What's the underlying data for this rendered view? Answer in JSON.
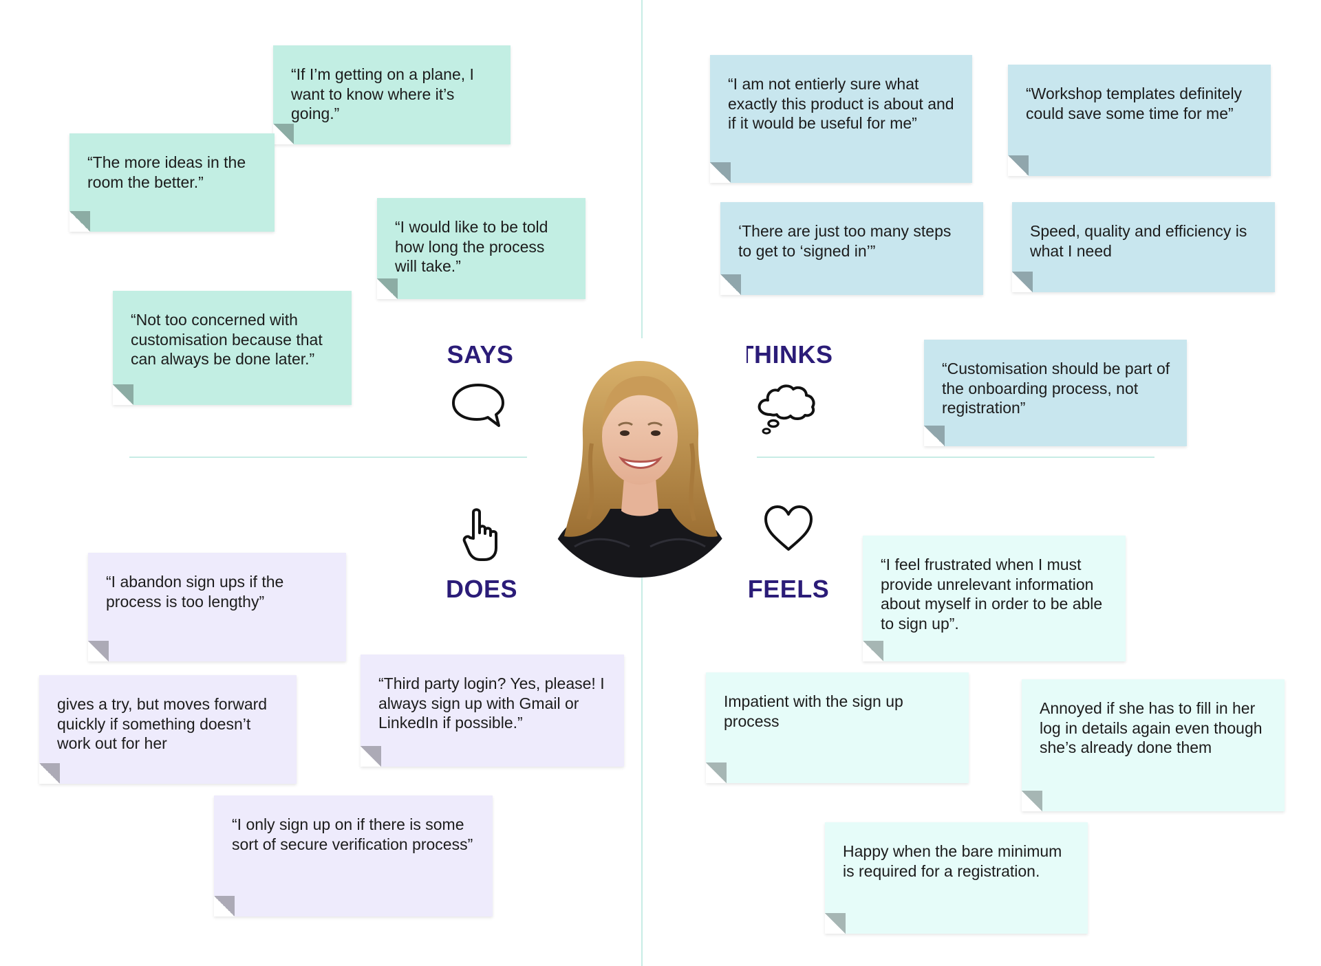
{
  "quadrants": {
    "says": {
      "label": "SAYS",
      "icon": "speech-bubble-icon",
      "notes": [
        "“If I’m getting on a plane, I want to know where it’s going.”",
        "“The more ideas in the room the better.”",
        "“I would like to be told how long the process will take.”",
        "“Not too concerned with customisation because that can always be done later.”"
      ]
    },
    "thinks": {
      "label": "THINKS",
      "icon": "thought-bubble-icon",
      "notes": [
        "“I am not entierly sure what exactly this product is about and if it would be useful for me”",
        "“Workshop templates definitely could save some time for me”",
        "‘There are just too many steps to get to ‘signed in’”",
        "Speed, quality and efficiency is what I need",
        "“Customisation should be part of the onboarding process, not registration”"
      ]
    },
    "does": {
      "label": "DOES",
      "icon": "pointing-hand-icon",
      "notes": [
        "“I abandon sign ups if the process is too lengthy”",
        "gives a try, but moves forward quickly if something doesn’t work out for her",
        "“Third party login? Yes, please! I always sign up with Gmail or LinkedIn if possible.”",
        "“I only sign up on if there is some sort of secure verification process”"
      ]
    },
    "feels": {
      "label": "FEELS",
      "icon": "heart-icon",
      "notes": [
        "“I feel frustrated when I must provide unrelevant information about myself in order to be able to sign up”.",
        "Impatient with the sign up process",
        "Annoyed if she has to fill in her log in details again even though she’s already done them",
        "Happy when the bare minimum is required for a registration."
      ]
    }
  },
  "colors": {
    "heading": "#2b1c78",
    "divider": "#c7ece5",
    "says_note": "#c2eee3",
    "thinks_note": "#c8e6ee",
    "does_note": "#eeebfc",
    "feels_note": "#e6fcf9"
  },
  "persona_photo": "persona-avatar"
}
